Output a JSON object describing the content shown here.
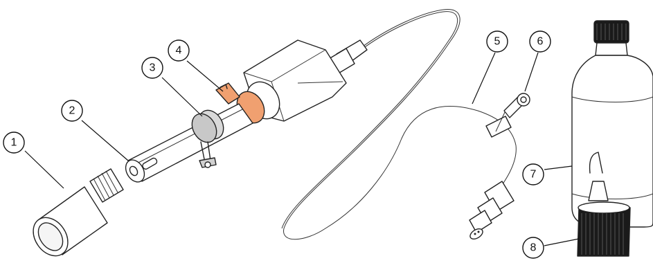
{
  "callouts": [
    {
      "id": "1",
      "label": "1"
    },
    {
      "id": "2",
      "label": "2"
    },
    {
      "id": "3",
      "label": "3"
    },
    {
      "id": "4",
      "label": "4"
    },
    {
      "id": "5",
      "label": "5"
    },
    {
      "id": "6",
      "label": "6"
    },
    {
      "id": "7",
      "label": "7"
    },
    {
      "id": "8",
      "label": "8"
    }
  ],
  "colors": {
    "accent": "#f0a070",
    "outline": "#222222",
    "part_fill": "#ffffff",
    "shade": "#d9d9d9",
    "dark_cap": "#1a1a1a"
  },
  "icons": [
    "storage-cap-icon",
    "sensor-body-icon",
    "clamp-icon",
    "tape-icon",
    "cable-icon",
    "valve-icon",
    "bottle-icon",
    "bottle-cap-icon"
  ]
}
